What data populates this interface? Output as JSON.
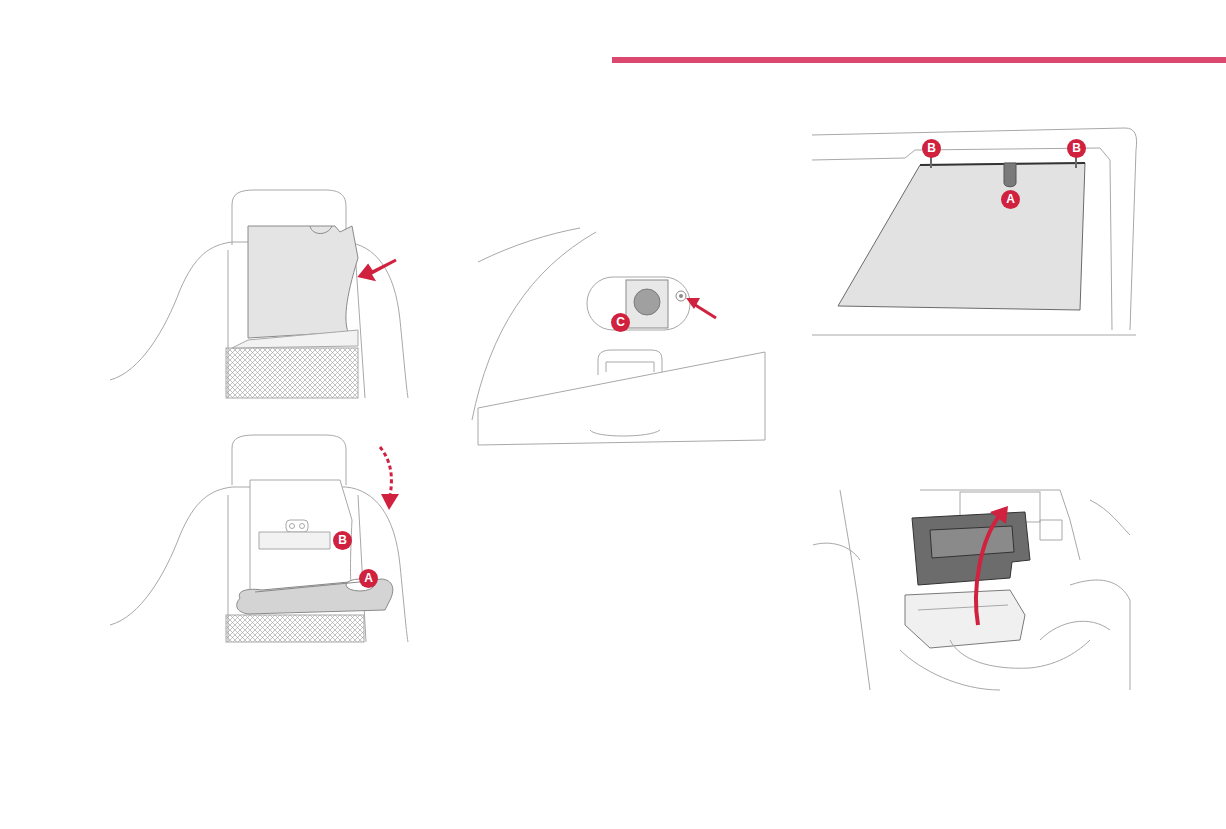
{
  "diagram": {
    "labels": [
      "B",
      "A",
      "C",
      "B",
      "B",
      "A"
    ]
  }
}
